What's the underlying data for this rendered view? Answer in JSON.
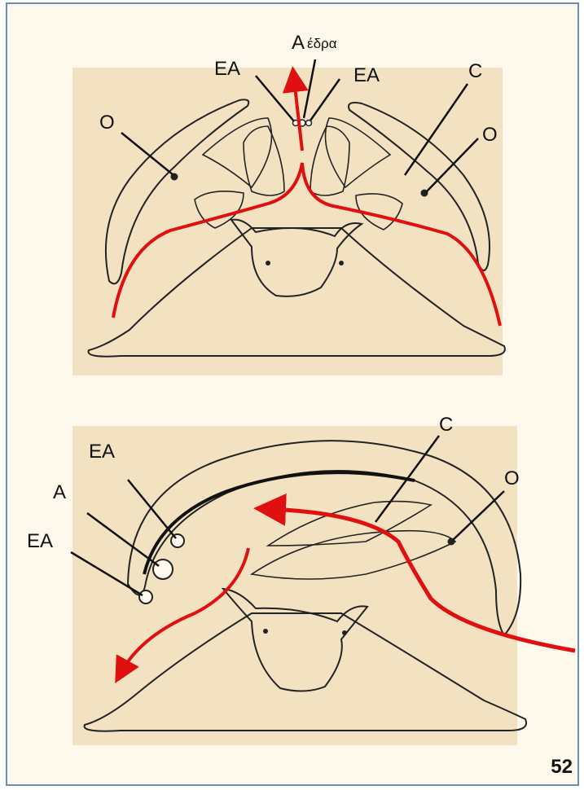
{
  "colors": {
    "paper": "#f3e2c2",
    "frame_border": "#6a8fb5",
    "ink": "#222222",
    "flow": "#e01010"
  },
  "top_figure": {
    "labels": {
      "anus": "A",
      "anus_greek": "έδρα",
      "ea_left": "EA",
      "ea_right": "EA",
      "ostium_left": "O",
      "ostium_right": "O",
      "ctenidium": "C"
    }
  },
  "bottom_figure": {
    "labels": {
      "ea_upper": "EA",
      "anus": "A",
      "ea_lower": "EA",
      "ctenidium": "C",
      "ostium": "O"
    }
  },
  "page_number": "52"
}
